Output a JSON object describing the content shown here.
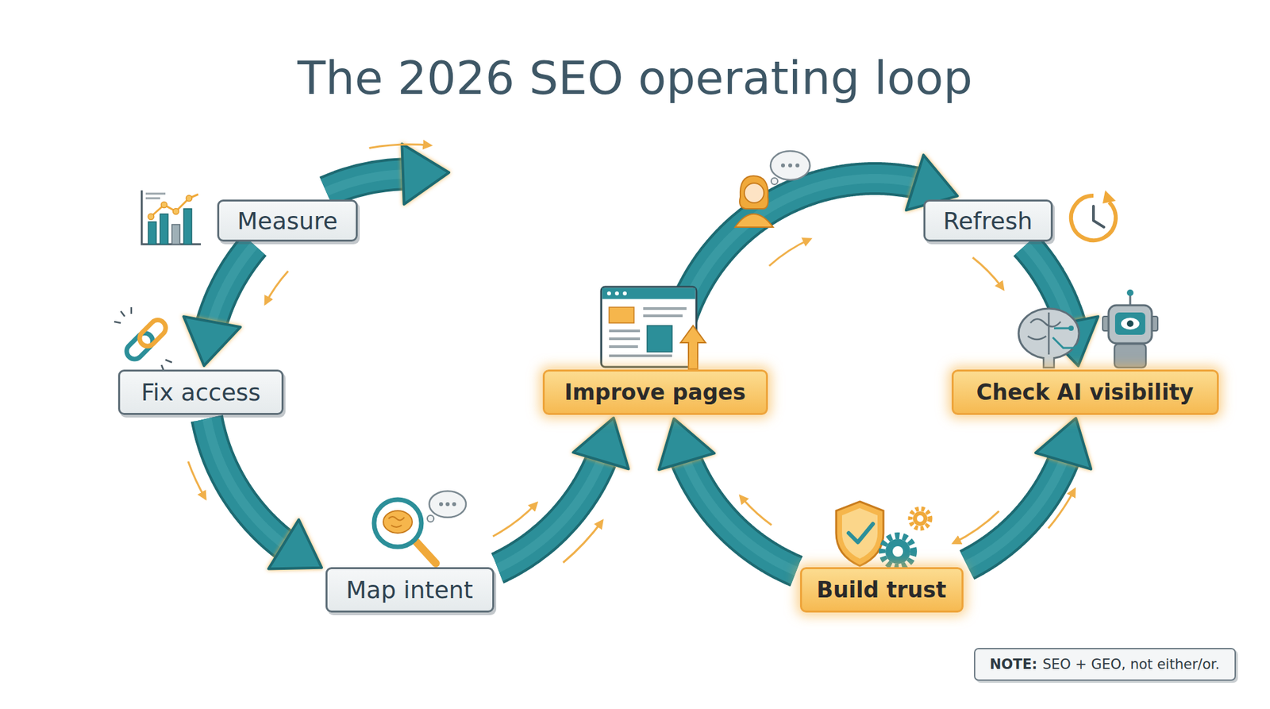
{
  "diagram": {
    "title": "The 2026 SEO operating loop",
    "nodes": [
      {
        "text": [
          "Measure"
        ]
      },
      {
        "text": [
          "Fix access"
        ]
      },
      {
        "text": [
          "Map intent"
        ]
      },
      {
        "text": [
          "Improve pages"
        ]
      },
      {
        "text": [
          "Refresh"
        ]
      },
      {
        "text": [
          "Check AI visibility"
        ]
      },
      {
        "text": [
          "Build trust"
        ]
      },
      {
        "text": [
          "NOTE:",
          "SEO + GEO, not either/or."
        ]
      }
    ],
    "edges": [
      {
        "from": 0,
        "to": 1,
        "arrow": "to"
      },
      {
        "from": 1,
        "to": 2,
        "arrow": "to"
      },
      {
        "from": 2,
        "to": 3,
        "arrow": "to"
      },
      {
        "from": 3,
        "to": 4,
        "arrow": "to"
      },
      {
        "from": 4,
        "to": 5,
        "arrow": "to"
      },
      {
        "from": 6,
        "to": 5,
        "arrow": "to"
      },
      {
        "from": 6,
        "to": 3,
        "arrow": "to"
      }
    ]
  }
}
